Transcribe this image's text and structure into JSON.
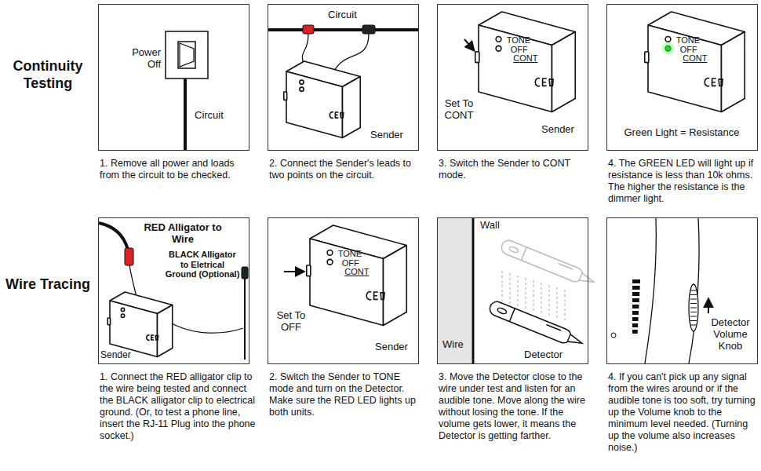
{
  "diagram": {
    "nodes": [
      {
        "text": [
          "Power Off",
          "Circuit"
        ]
      },
      {
        "text": [
          "Circuit",
          "Sender"
        ]
      },
      {
        "text": [
          "TONE",
          "OFF",
          "CONT",
          "Set To CONT",
          "Sender"
        ]
      },
      {
        "text": [
          "TONE",
          "OFF",
          "CONT",
          "Green Light = Resistance"
        ]
      },
      {
        "text": [
          "RED Alligator to Wire",
          "BLACK Alligator to Eletrical Ground (Optional)",
          "Sender"
        ]
      },
      {
        "text": [
          "TONE",
          "OFF",
          "CONT",
          "Set To OFF",
          "Sender"
        ]
      },
      {
        "text": [
          "Wall",
          "Wire",
          "Detector"
        ]
      },
      {
        "text": [
          "Detector Volume Knob"
        ]
      }
    ],
    "labels": [
      "Continuity Testing",
      "1. Remove all power and loads from the circuit to be checked.",
      "2. Connect the Sender's leads to two points on the circuit.",
      "3. Switch the Sender to CONT mode.",
      "4. The GREEN LED will light up if resistance is less than 10k ohms. The higher the resistance is the dimmer light.",
      "Wire Tracing",
      "1. Connect the RED alligator clip to the wire being tested and connect the BLACK alligator clip to electrical ground. (Or, to test a phone line, insert the RJ-11 Plug into the phone socket.)",
      "2. Switch the Sender to TONE mode and turn on the Detector. Make sure the RED LED lights up both units.",
      "3. Move the Detector close to the wire under test and listen for an audible tone. Move along the wire without losing the tone. If the volume gets lower, it means the Detector is getting farther.",
      "4. If you can't pick up any signal from the wires around or if the audible tone is too soft, try turning up the Volume knob to the minimum level needed. (Turning up the volume also increases noise.)"
    ]
  }
}
